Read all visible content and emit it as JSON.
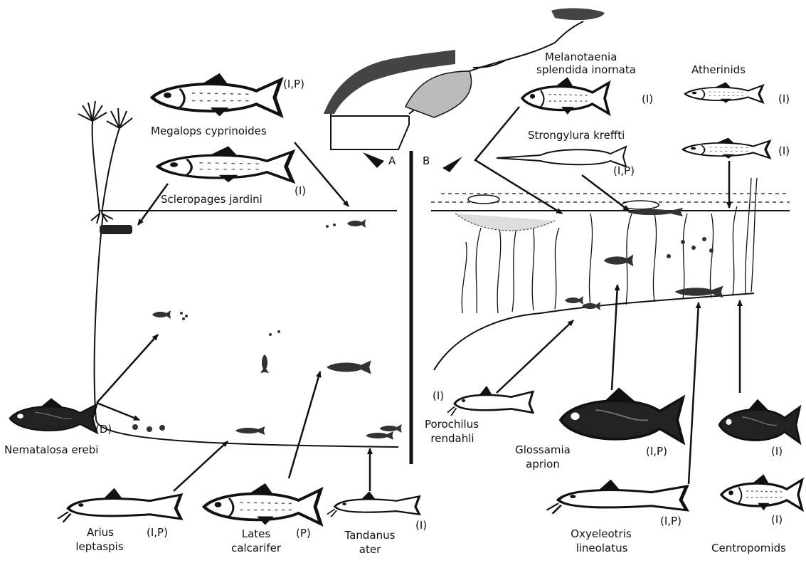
{
  "panels": {
    "a": "A",
    "b": "B"
  },
  "species": {
    "megalops": {
      "name": "Megalops cyprinoides",
      "code": "(I,P)"
    },
    "scleropages": {
      "name": "Scleropages jardini",
      "code": "(I)"
    },
    "melanotaenia": {
      "name_line1": "Melanotaenia",
      "name_line2": "splendida inornata",
      "code": "(I)"
    },
    "atherinids": {
      "name": "Atherinids",
      "code1": "(I)",
      "code2": "(I)"
    },
    "strongylura": {
      "name": "Strongylura kreffti",
      "code": "(I,P)"
    },
    "nematalosa": {
      "name": "Nematalosa erebi",
      "code": "(D)"
    },
    "porochilus": {
      "name_line1": "Porochilus",
      "name_line2": "rendahli",
      "code": "(I)"
    },
    "glossamia": {
      "name_line1": "Glossamia",
      "name_line2": "aprion",
      "code": "(I,P)"
    },
    "centropomids": {
      "name": "Centropomids",
      "code1": "(I)",
      "code2": "(I)"
    },
    "arius": {
      "name_line1": "Arius",
      "name_line2": "leptaspis",
      "code": "(I,P)"
    },
    "lates": {
      "name_line1": "Lates",
      "name_line2": "calcarifer",
      "code": "(P)"
    },
    "tandanus": {
      "name_line1": "Tandanus",
      "name_line2": "ater",
      "code": "(I)"
    },
    "oxyeleotris": {
      "name_line1": "Oxyeleotris",
      "name_line2": "lineolatus",
      "code": "(I,P)"
    }
  }
}
